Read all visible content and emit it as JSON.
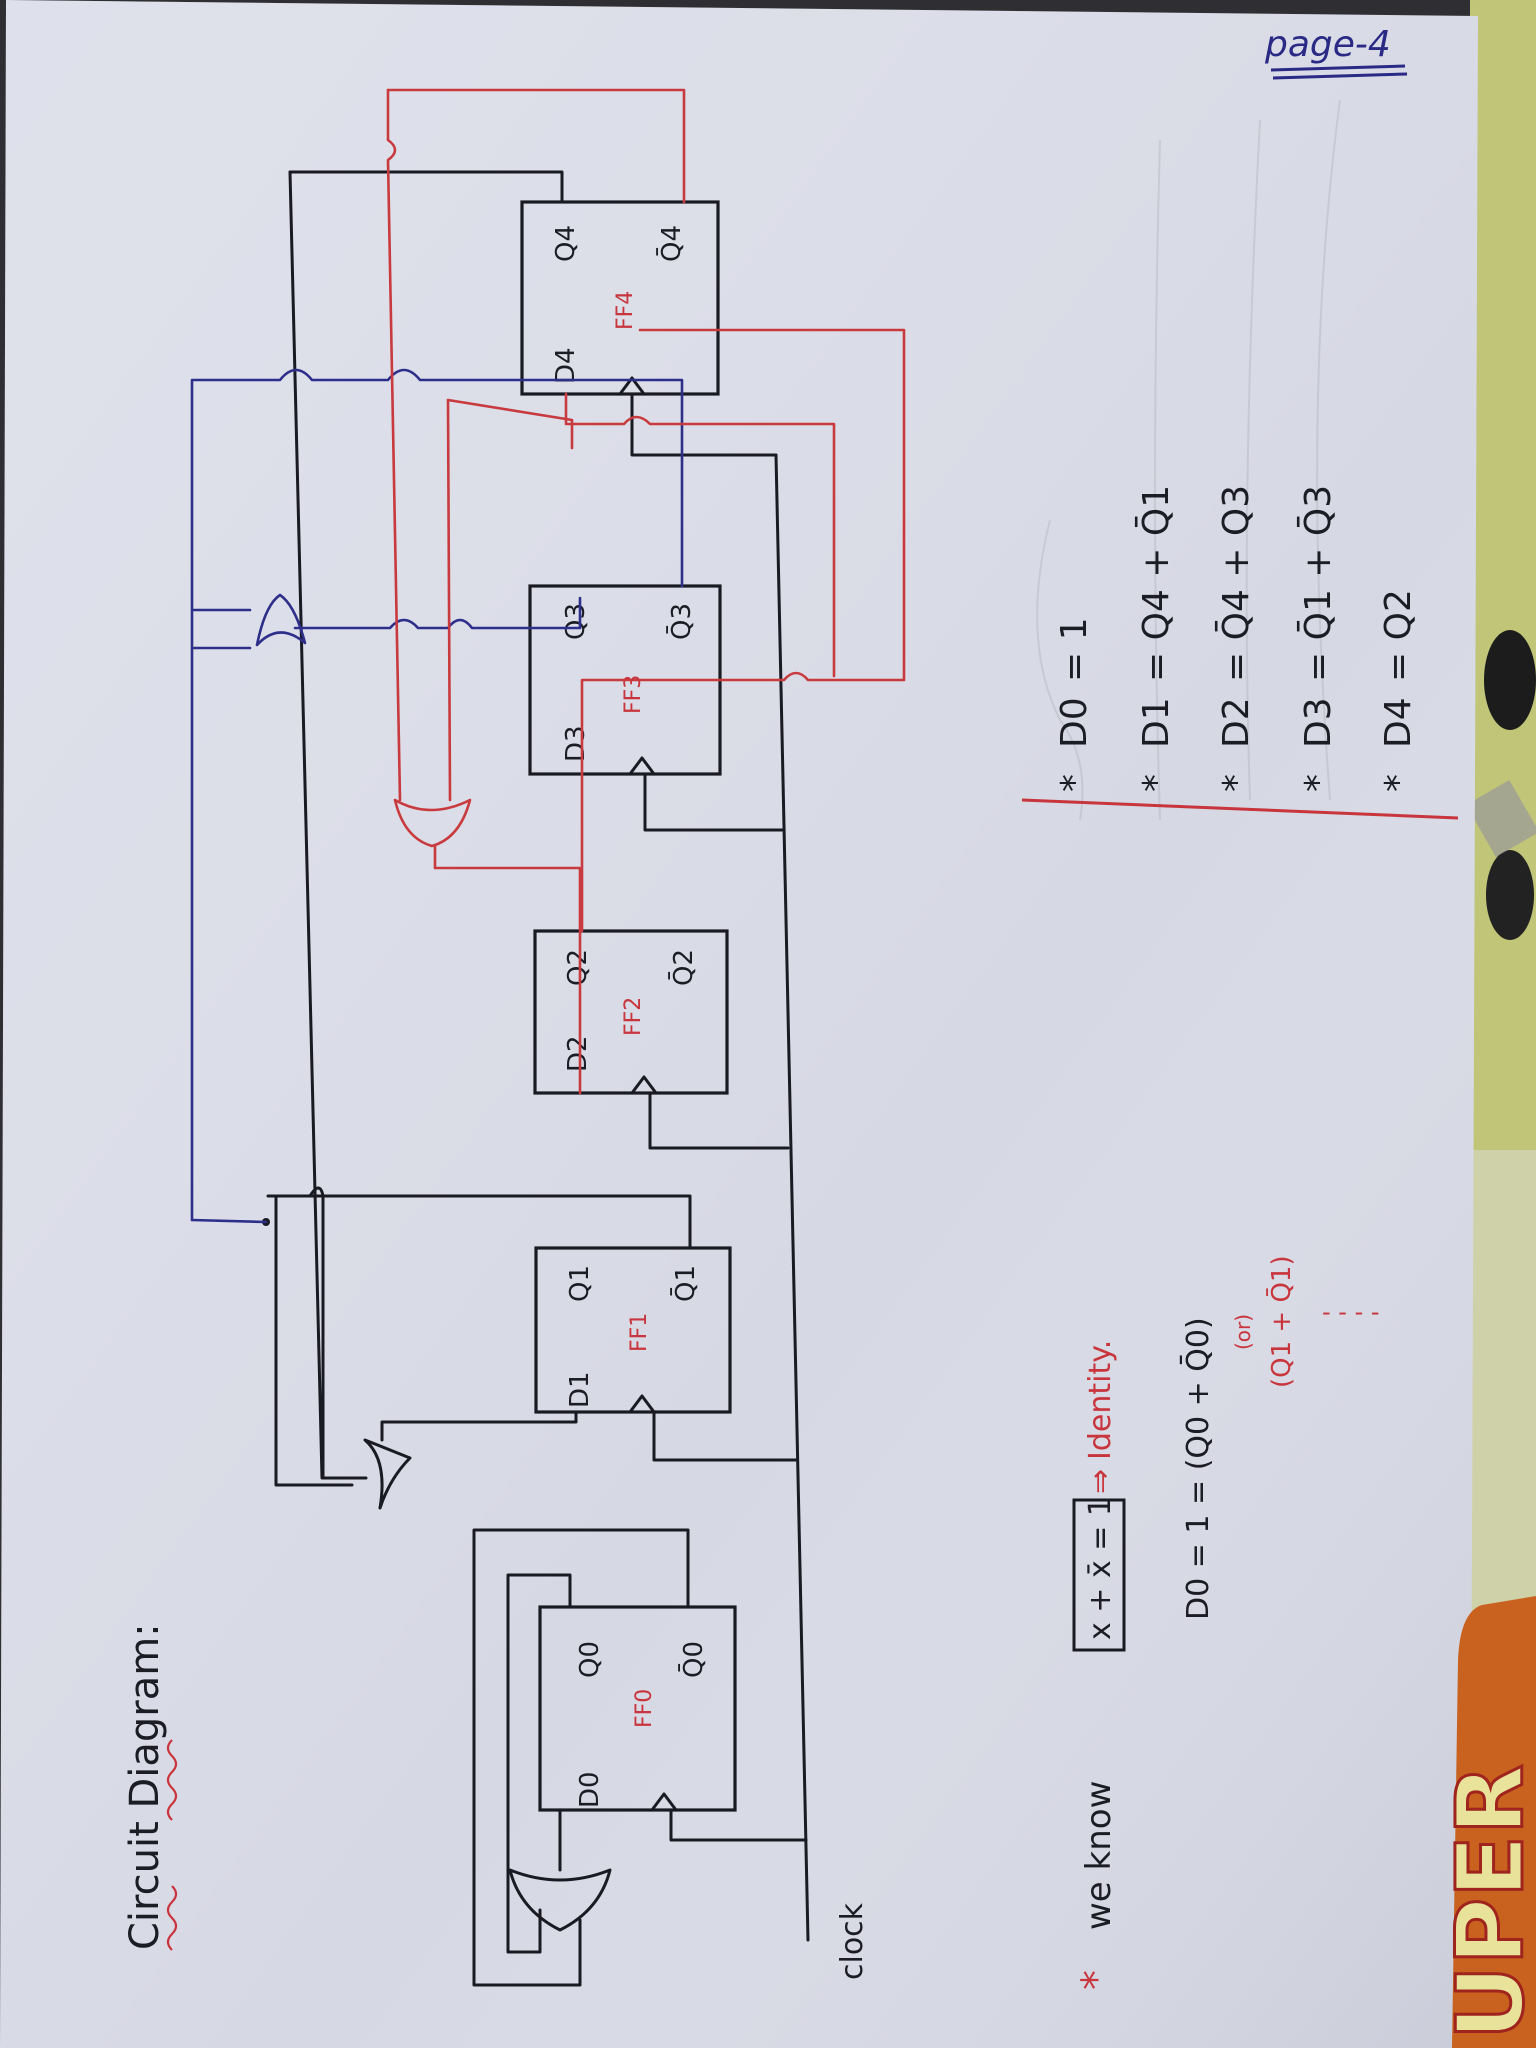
{
  "page": {
    "page_number": "page-4",
    "title": "Circuit Diagram:",
    "clock_label": "clock",
    "colors": {
      "paper": "#d6d8e4",
      "ink_black": "#1a1a22",
      "ink_red": "#c83a3e",
      "ink_blue": "#2e2f8a",
      "logo_orange": "#c8621e",
      "logo_text": "#e8e29a"
    }
  },
  "flip_flops": [
    {
      "name": "FF0",
      "d": "D0",
      "q": "Q0",
      "qbar": "Q̄0"
    },
    {
      "name": "FF1",
      "d": "D1",
      "q": "Q1",
      "qbar": "Q̄1"
    },
    {
      "name": "FF2",
      "d": "D2",
      "q": "Q2",
      "qbar": "Q̄2"
    },
    {
      "name": "FF3",
      "d": "D3",
      "q": "Q3",
      "qbar": "Q̄3"
    },
    {
      "name": "FF4",
      "d": "D4",
      "q": "Q4",
      "qbar": "Q̄4"
    }
  ],
  "equations": [
    {
      "bullet": "*",
      "lhs": "D0",
      "rhs": "= 1"
    },
    {
      "bullet": "*",
      "lhs": "D1",
      "rhs": "= Q4 + Q̄1"
    },
    {
      "bullet": "*",
      "lhs": "D2",
      "rhs": "= Q̄4 + Q3"
    },
    {
      "bullet": "*",
      "lhs": "D3",
      "rhs": "= Q̄1 + Q̄3"
    },
    {
      "bullet": "*",
      "lhs": "D4",
      "rhs": "= Q2"
    }
  ],
  "notes": {
    "bullet": "*",
    "we_know": "we know",
    "identity_box": "x + x̄ = 1",
    "arrow": "⇒",
    "identity_label": "Identity.",
    "d0_line": "D0 = 1 = (Q0 + Q̄0)",
    "or_label": "(or)",
    "alt_line": "(Q1 + Q̄1)",
    "dots": "- - - -"
  },
  "logo": {
    "text": "UPER"
  }
}
